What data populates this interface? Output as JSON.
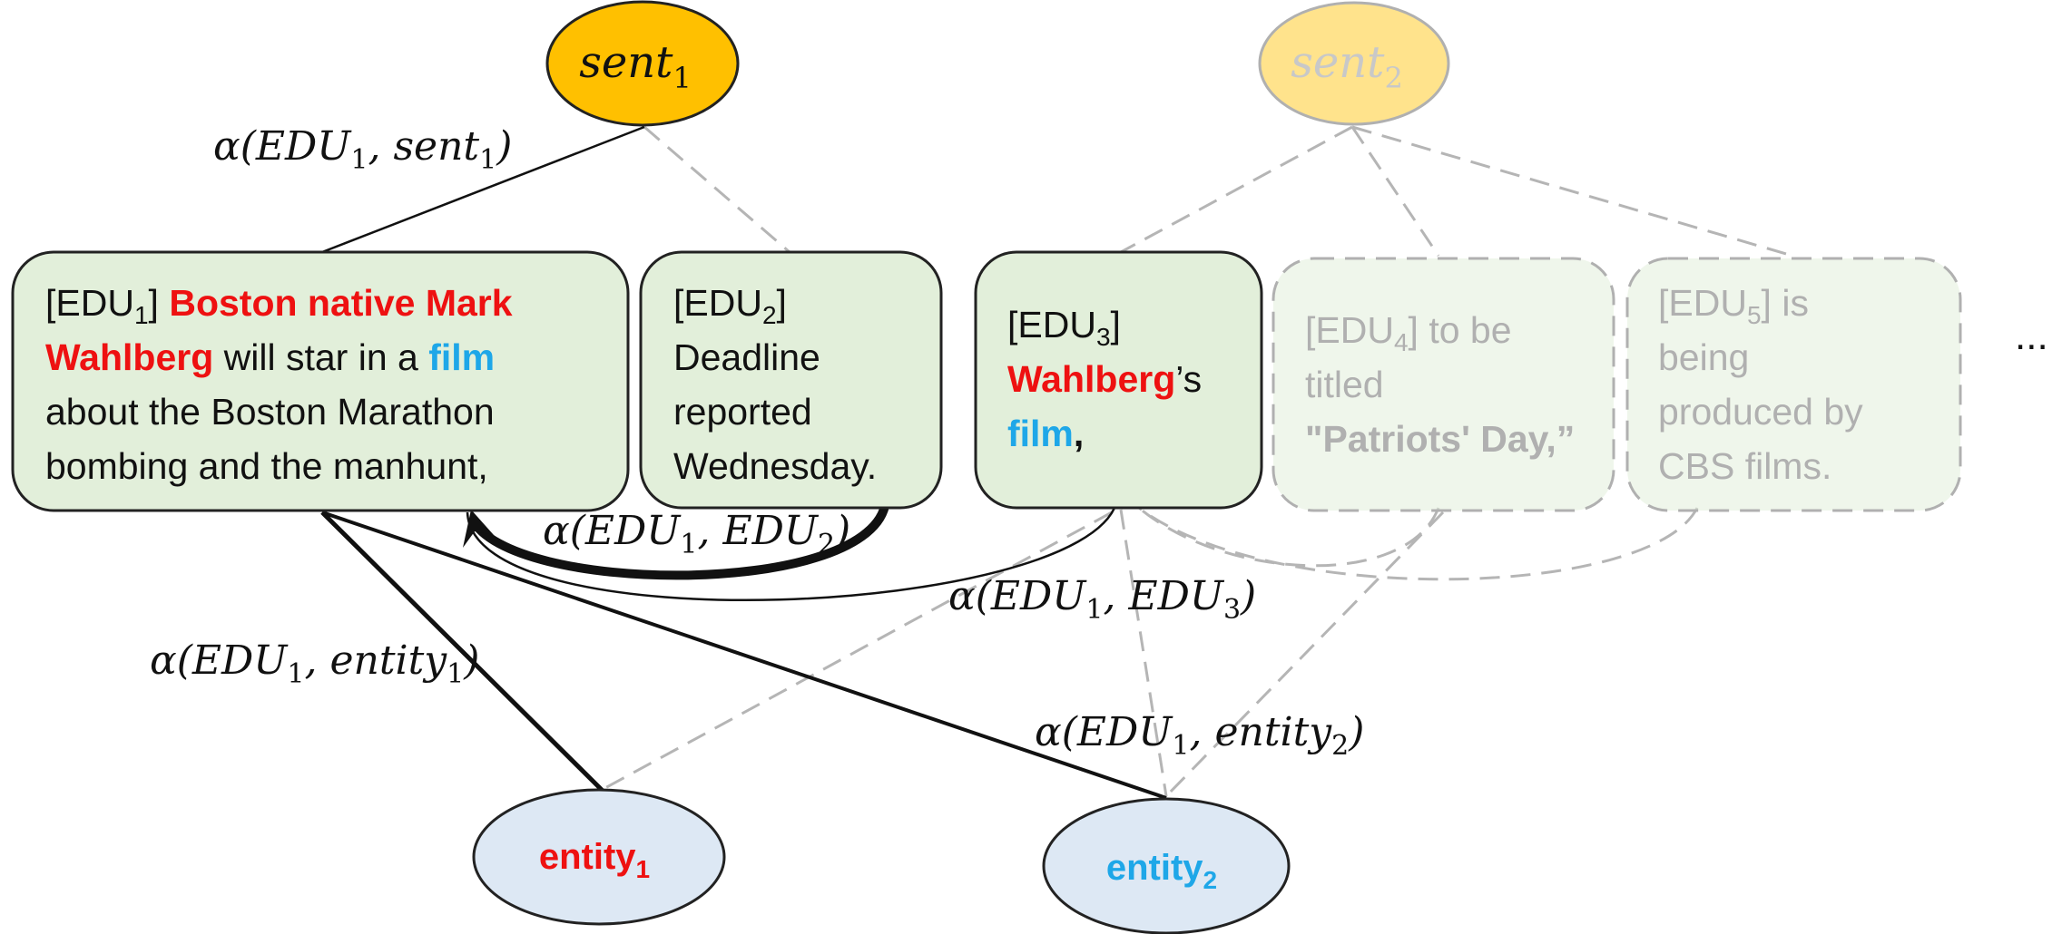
{
  "sentences": [
    {
      "base": "sent",
      "sub": "1",
      "dim": false
    },
    {
      "base": "sent",
      "sub": "2",
      "dim": true
    }
  ],
  "edus": [
    {
      "tag": "EDU",
      "sub": "1",
      "dim": false,
      "lines": [
        [
          {
            "t": "[EDU"
          },
          {
            "t": "1",
            "sub": true
          },
          {
            "t": "] "
          },
          {
            "t": "Boston native Mark",
            "c": "red"
          }
        ],
        [
          {
            "t": "Wahlberg",
            "c": "red"
          },
          {
            "t": " will star in a "
          },
          {
            "t": "film",
            "c": "blue"
          }
        ],
        [
          {
            "t": "about the Boston Marathon"
          }
        ],
        [
          {
            "t": "bombing and the manhunt,"
          }
        ]
      ]
    },
    {
      "tag": "EDU",
      "sub": "2",
      "dim": false,
      "lines": [
        [
          {
            "t": "[EDU"
          },
          {
            "t": "2",
            "sub": true
          },
          {
            "t": "]"
          }
        ],
        [
          {
            "t": "Deadline"
          }
        ],
        [
          {
            "t": "reported"
          }
        ],
        [
          {
            "t": "Wednesday."
          }
        ]
      ]
    },
    {
      "tag": "EDU",
      "sub": "3",
      "dim": false,
      "lines": [
        [
          {
            "t": "[EDU"
          },
          {
            "t": "3",
            "sub": true
          },
          {
            "t": "]"
          }
        ],
        [
          {
            "t": "Wahlberg",
            "c": "red"
          },
          {
            "t": "’s"
          }
        ],
        [
          {
            "t": "film",
            "c": "blue"
          },
          {
            "t": ",",
            "c": "bold"
          }
        ]
      ]
    },
    {
      "tag": "EDU",
      "sub": "4",
      "dim": true,
      "lines": [
        [
          {
            "t": "[EDU"
          },
          {
            "t": "4",
            "sub": true
          },
          {
            "t": "] to be"
          }
        ],
        [
          {
            "t": "titled"
          }
        ],
        [
          {
            "t": "\"Patriots' Day,”",
            "c": "bold"
          }
        ]
      ]
    },
    {
      "tag": "EDU",
      "sub": "5",
      "dim": true,
      "lines": [
        [
          {
            "t": "[EDU"
          },
          {
            "t": "5",
            "sub": true
          },
          {
            "t": "] is"
          }
        ],
        [
          {
            "t": "being"
          }
        ],
        [
          {
            "t": "produced by"
          }
        ],
        [
          {
            "t": "CBS films."
          }
        ]
      ]
    }
  ],
  "entities": [
    {
      "base": "entity",
      "sub": "1",
      "color": "#ee1111"
    },
    {
      "base": "entity",
      "sub": "2",
      "color": "#1ea7e8"
    }
  ],
  "edge_labels": [
    {
      "alpha": "α(",
      "a": "EDU",
      "asub": "1",
      "b": "sent",
      "bsub": "1"
    },
    {
      "alpha": "α(",
      "a": "EDU",
      "asub": "1",
      "b": "EDU",
      "bsub": "2"
    },
    {
      "alpha": "α(",
      "a": "EDU",
      "asub": "1",
      "b": "EDU",
      "bsub": "3"
    },
    {
      "alpha": "α(",
      "a": "EDU",
      "asub": "1",
      "b": "entity",
      "bsub": "1"
    },
    {
      "alpha": "α(",
      "a": "EDU",
      "asub": "1",
      "b": "entity",
      "bsub": "2"
    }
  ],
  "ellipsis": "...",
  "colors": {
    "sentence_fill": "#ffc000",
    "edu_fill": "#e2efda",
    "entity_fill": "#dde8f4",
    "dim_stroke": "#b0b0b0",
    "dim_text": "#b0b0b0"
  }
}
